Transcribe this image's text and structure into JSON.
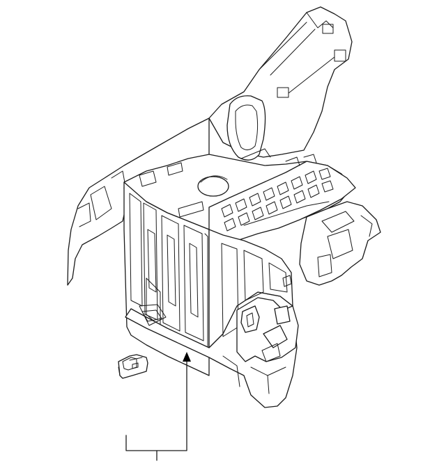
{
  "diagram": {
    "kind": "exploded-parts-illustration",
    "components": [
      {
        "id": "main-bracket",
        "icon": "battery-tray-bracket-icon"
      },
      {
        "id": "small-clip",
        "icon": "clip-fastener-icon"
      }
    ],
    "callouts": [
      {
        "target": "main-bracket",
        "arrow": "up",
        "label": ""
      }
    ],
    "colors": {
      "line": "#1a1a1a",
      "background": "#ffffff"
    }
  }
}
